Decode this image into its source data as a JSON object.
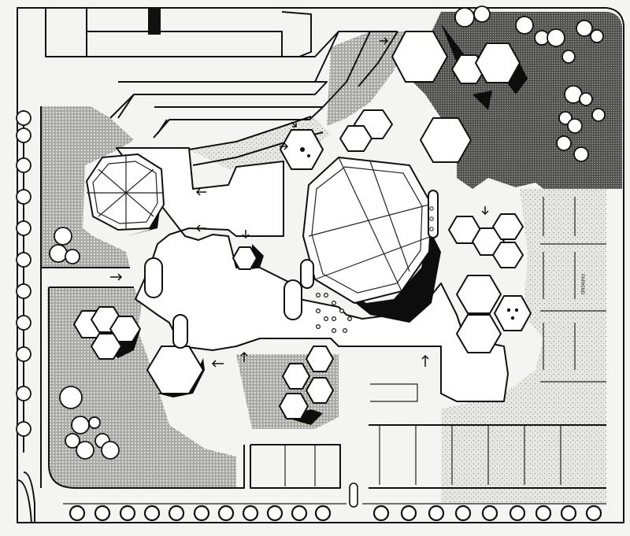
{
  "drawing": {
    "kind": "architectural-site-plan",
    "style": "black-and-white photocopy",
    "ink": "#111111",
    "paper": "#f4f4f2"
  },
  "labels": {
    "parking_marker": "PARKING"
  },
  "icons": [
    "arrow-icon",
    "tree-icon",
    "hexagon-pod-icon",
    "octagon-dome-icon"
  ]
}
